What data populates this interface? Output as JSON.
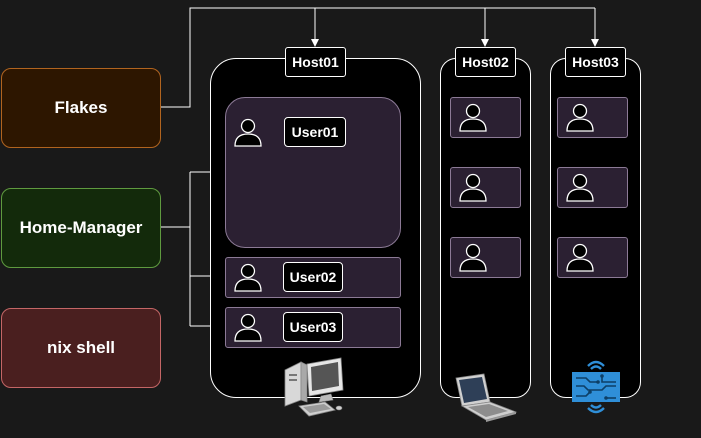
{
  "left_boxes": {
    "flakes": "Flakes",
    "home_manager": "Home-Manager",
    "nix_shell": "nix shell"
  },
  "hosts": {
    "host01": "Host01",
    "host02": "Host02",
    "host03": "Host03"
  },
  "users": {
    "user01": "User01",
    "user02": "User02",
    "user03": "User03"
  },
  "icons": {
    "host01_device": "desktop-computer-icon",
    "host02_device": "laptop-icon",
    "host03_device": "iot-chip-icon",
    "user": "user-icon"
  },
  "colors": {
    "background": "#191919",
    "flakes_fill": "#2d1600",
    "flakes_border": "#b1641f",
    "home_manager_fill": "#132a0b",
    "home_manager_border": "#5f9a3f",
    "nix_shell_fill": "#4a1f1f",
    "nix_shell_border": "#c46666",
    "user_area_fill": "#2b2032",
    "user_area_border": "#8c7a96"
  }
}
